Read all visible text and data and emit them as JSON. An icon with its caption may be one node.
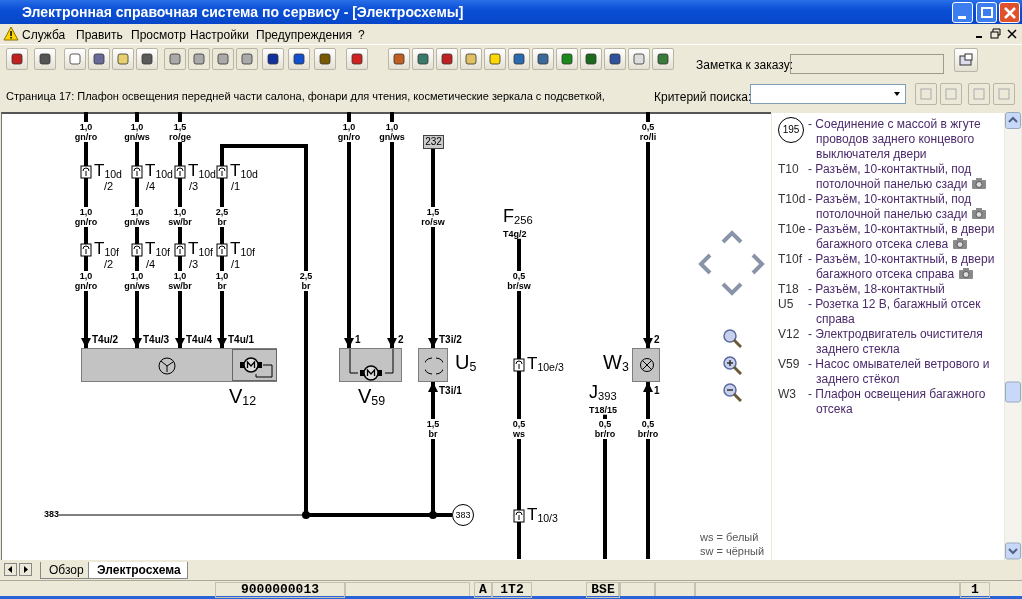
{
  "diagram": {
    "nodes": [
      {
        "text": [
          "232"
        ]
      },
      {
        "text": [
          "383"
        ]
      },
      {
        "text": [
          "383"
        ]
      },
      {
        "text": [
          "V$_{12}$"
        ]
      },
      {
        "text": [
          "V$_{59}$"
        ]
      },
      {
        "text": [
          "U$_{5}$"
        ]
      },
      {
        "text": [
          "W$_{3}$"
        ]
      },
      {
        "text": [
          "195"
        ],
        "beside": [
          "- Соединение с массой в жгуте проводов заднего концевого выключателя двери"
        ]
      },
      {
        "text": [
          "F$_{256}$",
          "T4g/2"
        ]
      },
      {
        "text": [
          "J$_{393}$",
          "T18/15"
        ]
      }
    ],
    "edges": [
      {
        "from": null,
        "to": 3,
        "arrow": "to"
      },
      {
        "from": null,
        "to": 3,
        "arrow": "to"
      },
      {
        "from": null,
        "to": 3,
        "arrow": "to"
      },
      {
        "from": 2,
        "to": 3,
        "arrow": "to"
      },
      {
        "from": null,
        "to": 4,
        "arrow": "to"
      },
      {
        "from": null,
        "to": 4,
        "arrow": "to"
      },
      {
        "from": 0,
        "to": 5,
        "arrow": "to"
      },
      {
        "from": 2,
        "to": 5,
        "arrow": "to"
      },
      {
        "from": 1,
        "to": 2,
        "arrow": "none"
      },
      {
        "from": 8,
        "to": null,
        "arrow": "none"
      },
      {
        "from": 9,
        "to": null,
        "arrow": "none"
      },
      {
        "from": null,
        "to": 6,
        "arrow": "to"
      },
      {
        "from": null,
        "to": 6,
        "arrow": "to"
      }
    ],
    "labels": [
      "Электронная справочная система по сервису - [Электросхемы]",
      "Служба",
      "Править",
      "Просмотр",
      "Настройки",
      "Предупреждения",
      "?",
      "Заметка к заказу:",
      "Страница 17: Плафон освещения передней части салона, фонари для чтения, косметические зеркала с подсветкой,",
      "Критерий поиска:",
      "1,0 gn/ro",
      "1,0 gn/ws",
      "1,5 ro/ge",
      "1,0 gn/ro",
      "1,0 gn/ws",
      "0,5 ro/li",
      "T$_{10d}$",
      "/2",
      "T$_{10d}$",
      "/4",
      "T$_{10d}$",
      "/3",
      "T$_{10d}$",
      "/1",
      "1,0 gn/ro",
      "1,0 gn/ws",
      "1,0 sw/br",
      "2,5 br",
      "1,5 ro/sw",
      "T$_{10f}$",
      "/2",
      "T$_{10f}$",
      "/4",
      "T$_{10f}$",
      "/3",
      "T$_{10f}$",
      "/1",
      "1,0 gn/ro",
      "1,0 gn/ws",
      "1,0 sw/br",
      "1,0 br",
      "2,5 br",
      "0,5 br/sw",
      "T4u/2",
      "T4u/3",
      "T4u/4",
      "T4u/1",
      "1",
      "2",
      "T3i/2",
      "2",
      "T$_{10e/3}$",
      "T3i/1",
      "1",
      "1,5 br",
      "0,5 ws",
      "0,5 br/ro",
      "0,5 br/ro",
      "T$_{10/3}$",
      "ws = белый",
      "sw = чёрный",
      "T10",
      "- Разъём, 10-контактный, под потолочной панелью сзади",
      "T10d",
      "- Разъём, 10-контактный, под потолочной панелью сзади",
      "T10e",
      "- Разъём, 10-контактный, в двери багажного отсека слева",
      "T10f",
      "- Разъём, 10-контактный, в двери багажного отсека справа",
      "T18",
      "- Разъём, 18-контактный",
      "U5",
      "- Розетка 12 В, багажный отсек справа",
      "V12",
      "- Электродвигатель очистителя заднего стекла",
      "V59",
      "- Насос омывателей ветрового и заднего стёкол",
      "W3",
      "- Плафон освещения багажного отсека",
      "Обзор",
      "Электросхема",
      "9000000013",
      "A",
      "1T2",
      "BSE",
      "1"
    ]
  }
}
